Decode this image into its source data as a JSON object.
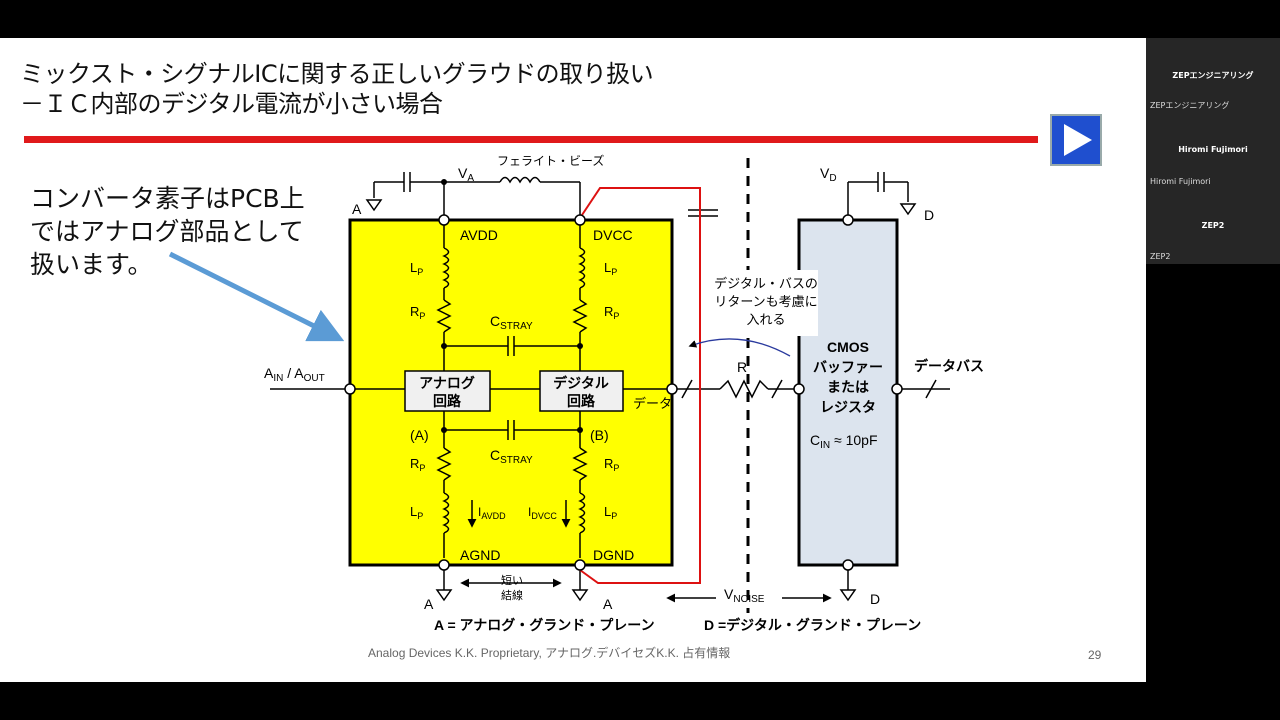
{
  "slide": {
    "title_line1": "ミックスト・シグナルICに関する正しいグラウドの取り扱い",
    "title_line2": "－ＩＣ内部のデジタル電流が小さい場合",
    "note_lines": [
      "コンバータ素子はPCB上",
      "ではアナログ部品として",
      "扱います。"
    ],
    "footer": "Analog Devices K.K. Proprietary, アナログ.デバイセズK.K. 占有情報",
    "page_number": "29",
    "colors": {
      "accent_red": "#e0191b",
      "chip_yellow": "#ffff00",
      "cmos_blue": "#dce4ee",
      "play_blue": "#1f4fcf",
      "arrow_blue": "#5b9bd5"
    }
  },
  "diagram": {
    "va": {
      "main": "V",
      "sub": "A"
    },
    "vd": {
      "main": "V",
      "sub": "D"
    },
    "ferrite": "フェライト・ビーズ",
    "avdd": "AVDD",
    "dvcc": "DVCC",
    "agnd": "AGND",
    "dgnd": "DGND",
    "lp": {
      "main": "L",
      "sub": "P"
    },
    "rp": {
      "main": "R",
      "sub": "P"
    },
    "cstray": {
      "main": "C",
      "sub": "STRAY"
    },
    "analog_block": [
      "アナログ",
      "回路"
    ],
    "digital_block": [
      "デジタル",
      "回路"
    ],
    "node_a": "(A)",
    "node_b": "(B)",
    "i_avdd": {
      "main": "I",
      "sub": "AVDD"
    },
    "i_dvcc": {
      "main": "I",
      "sub": "DVCC"
    },
    "ain_aout": {
      "a": "A",
      "a_sub": "IN",
      "sep": " / A",
      "b_sub": "OUT"
    },
    "data_label": "データ",
    "resistor": "R",
    "bus_note": [
      "デジタル・バスの",
      "リターンも考慮に",
      "入れる"
    ],
    "cmos_lines": [
      "CMOS",
      "バッファー",
      "または",
      "レジスタ"
    ],
    "cin": {
      "main": "C",
      "sub": "IN",
      "rest": " ≈ 10pF"
    },
    "databus": "データバス",
    "short_wire": [
      "短い",
      "結線"
    ],
    "vnoise": {
      "main": "V",
      "sub": "NOISE"
    },
    "gnd_a": "A",
    "gnd_d": "D",
    "legend_a": "A = アナログ・グランド・プレーン",
    "legend_d": "D =デジタル・グランド・プレーン"
  },
  "participants": [
    {
      "title": "ZEPエンジニアリング",
      "name": "ZEPエンジニアリング"
    },
    {
      "title": "Hiromi Fujimori",
      "name": "Hiromi Fujimori"
    },
    {
      "title": "ZEP2",
      "name": "ZEP2"
    }
  ]
}
